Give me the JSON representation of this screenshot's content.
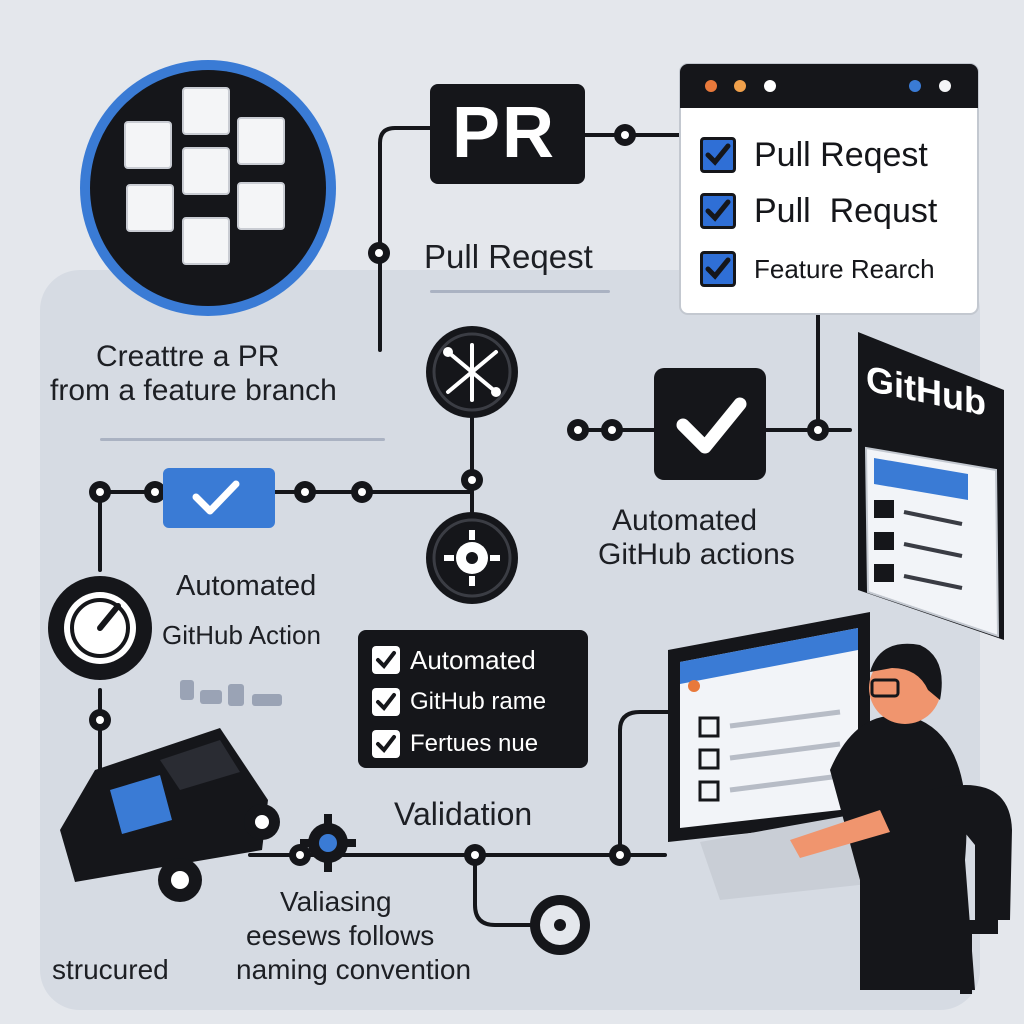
{
  "colors": {
    "accent": "#3a7bd5",
    "dark": "#1c1d22",
    "background": "#e4e7ec",
    "panel": "#f7f8fa"
  },
  "pr_box": {
    "label": "PR"
  },
  "labels": {
    "pull_request": "Pull Reqest",
    "create_pr_line1": "Creattre a PR",
    "create_pr_line2": "from a feature branch",
    "automated_github_actions_right_line1": "Automated",
    "automated_github_actions_right_line2": "GitHub actions",
    "automated_github_action_left_line1": "Automated",
    "automated_github_action_left_line2": "GitHub Action",
    "validation": "Validation",
    "validating_line1": "Valiasing",
    "validating_line2": "eesews follows",
    "validating_line3": "naming convention",
    "structured": "strucured"
  },
  "browser_checklist": {
    "items": [
      "Pull Reqest",
      "Pull  Requst",
      "Feature Rearch"
    ]
  },
  "dark_checklist": {
    "items": [
      "Automated",
      "GitHub rame",
      "Fertues nue"
    ]
  },
  "github_panel": {
    "title": "GitHub"
  },
  "icons": {
    "logo": "cube-cluster-icon",
    "merge": "branch-merge-icon",
    "gear": "gear-icon",
    "check": "checkmark-icon",
    "truck": "truck-icon",
    "stopwatch": "stopwatch-icon",
    "developer": "developer-at-computer-illustration"
  }
}
